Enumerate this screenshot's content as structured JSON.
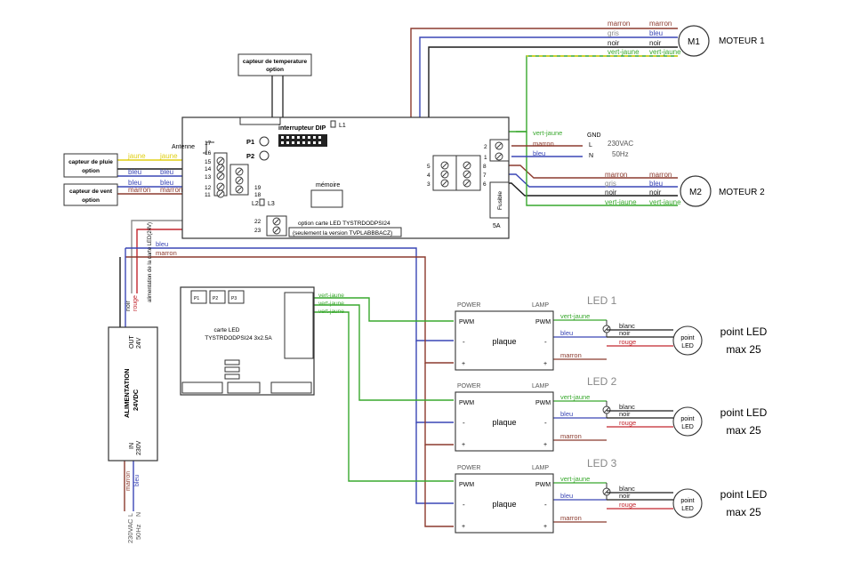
{
  "motors": {
    "m1": {
      "symbol": "M1",
      "label": "MOTEUR 1",
      "wires": [
        "marron",
        "gris",
        "noir",
        "vert-jaune"
      ],
      "wires_out": [
        "marron",
        "bleu",
        "noir",
        "vert-jaune"
      ]
    },
    "m2": {
      "symbol": "M2",
      "label": "MOTEUR 2",
      "wires": [
        "marron",
        "gris",
        "noir",
        "vert-jaune"
      ],
      "wires_out": [
        "marron",
        "bleu",
        "noir",
        "vert-jaune"
      ]
    }
  },
  "sensors": {
    "temperature": {
      "line1": "capteur de temperature",
      "line2": "option"
    },
    "rain": {
      "line1": "capteur de pluie",
      "line2": "option",
      "wire1": "jaune",
      "wire1_out": "jaune",
      "wire2": "bleu",
      "wire2_out": "bleu"
    },
    "wind": {
      "line1": "capteur de vent",
      "line2": "option",
      "wire1": "bleu",
      "wire1_out": "bleu",
      "wire2": "marron",
      "wire2_out": "marron"
    }
  },
  "board": {
    "dip_label": "interrupteur DIP",
    "l1": "L1",
    "antenna": "Antenne",
    "p1": "P1",
    "p2": "P2",
    "l2": "L2",
    "l3": "L3",
    "memory": "mémoire",
    "option_line1": "option carte LED TYSTRDODPSI24",
    "option_line2": "(seulement la version TVPLABBBACZ)",
    "terminals_left": [
      "17",
      "16",
      "15",
      "14",
      "13",
      "12",
      "11"
    ],
    "terminals_mid": [
      "19",
      "18",
      "22",
      "23"
    ],
    "terminals_motor": [
      "5",
      "4",
      "3"
    ],
    "terminals_motor_right": [
      "8",
      "7",
      "6"
    ],
    "terminals_power": [
      "2",
      "1"
    ],
    "fusible": "Fusible",
    "fuse_rating": "5A",
    "power_wires": [
      "vert-jaune",
      "marron",
      "bleu"
    ],
    "power_labels": [
      "GND",
      "L",
      "N"
    ],
    "voltage": "230VAC",
    "freq": "50Hz"
  },
  "led_card": {
    "line1": "carte LED",
    "line2": "TYSTRDODPSI24 3x2.5A",
    "p_labels": [
      "P1",
      "P2",
      "P3"
    ],
    "out_wires": [
      "vert-jaune",
      "vert-jaune",
      "vert-jaune"
    ]
  },
  "bus": {
    "blue": "bleu",
    "brown": "marron"
  },
  "supply": {
    "title_line1": "ALIMENTATION",
    "title_line2": "24VDC",
    "out_label": "OUT",
    "out_value": "24V",
    "in_label": "IN",
    "in_value": "230V",
    "top_wires": [
      "noir",
      "rouge"
    ],
    "top_note": "alimentation de la carte LED(24V)",
    "bottom_wires": [
      "marron",
      "bleu"
    ],
    "mains_line1": "230VAC",
    "mains_line2": "50Hz",
    "mains_l": "L",
    "mains_n": "N"
  },
  "led_modules": [
    {
      "title": "LED 1",
      "power": "POWER",
      "lamp": "LAMP",
      "pwm_in": "PWM",
      "pwm_out": "PWM",
      "plaque": "plaque",
      "minus": "-",
      "plus": "+",
      "in_wires": [
        "vert-jaune",
        "bleu",
        "marron"
      ],
      "out_wires": [
        "blanc",
        "noir",
        "rouge"
      ],
      "point_line1": "point",
      "point_line2": "LED",
      "max_line1": "point LED",
      "max_line2": "max 25"
    },
    {
      "title": "LED 2",
      "power": "POWER",
      "lamp": "LAMP",
      "pwm_in": "PWM",
      "pwm_out": "PWM",
      "plaque": "plaque",
      "minus": "-",
      "plus": "+",
      "in_wires": [
        "vert-jaune",
        "bleu",
        "marron"
      ],
      "out_wires": [
        "blanc",
        "noir",
        "rouge"
      ],
      "point_line1": "point",
      "point_line2": "LED",
      "max_line1": "point LED",
      "max_line2": "max 25"
    },
    {
      "title": "LED 3",
      "power": "POWER",
      "lamp": "LAMP",
      "pwm_in": "PWM",
      "pwm_out": "PWM",
      "plaque": "plaque",
      "minus": "-",
      "plus": "+",
      "in_wires": [
        "vert-jaune",
        "bleu",
        "marron"
      ],
      "out_wires": [
        "blanc",
        "noir",
        "rouge"
      ],
      "point_line1": "point",
      "point_line2": "LED",
      "max_line1": "point LED",
      "max_line2": "max 25"
    }
  ],
  "colors": {
    "brown": "#8b3a2e",
    "blue": "#3a46b5",
    "green": "#39a82e",
    "yellow": "#e0cf14",
    "grey": "#8c8c8c",
    "black": "#1a1a1a",
    "red": "#c2262e",
    "line": "#333333"
  }
}
